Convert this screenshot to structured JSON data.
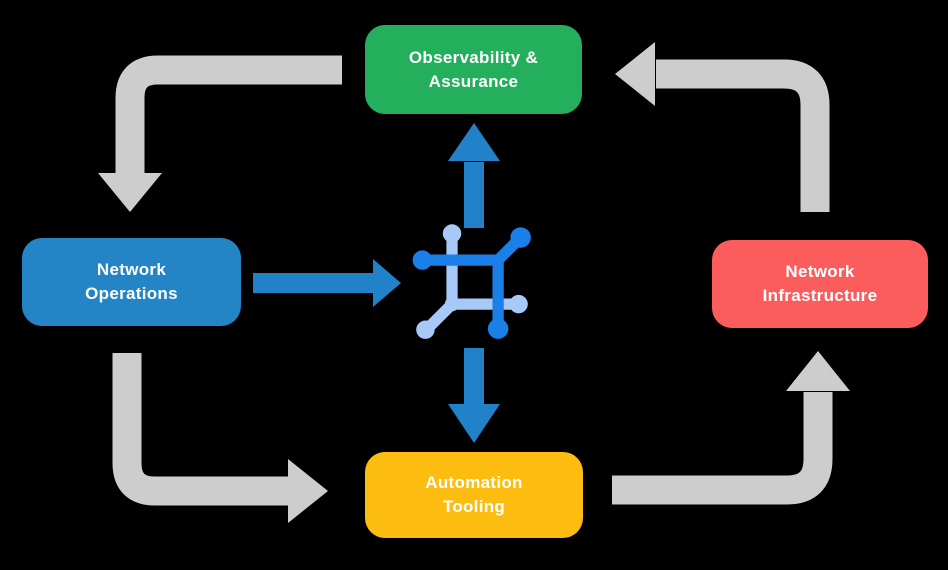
{
  "diagram": {
    "title": "network automation cycle",
    "background": "#000000",
    "nodes": {
      "observability": {
        "line1": "Observability &",
        "line2": "Assurance",
        "color": "#23AF5C"
      },
      "operations": {
        "line1": "Network",
        "line2": "Operations",
        "color": "#2384C6"
      },
      "infrastructure": {
        "line1": "Network",
        "line2": "Infrastructure",
        "color": "#FB5D5D"
      },
      "automation": {
        "line1": "Automation",
        "line2": "Tooling",
        "color": "#FDBD10"
      }
    },
    "center_icon": {
      "name": "network-mesh-icon",
      "color_dark": "#1B7FE8",
      "color_light": "#A6C9F7"
    },
    "colors": {
      "cycle_arrow_gray": "#CDCDCD",
      "flow_arrow_blue": "#2181C9",
      "label_text": "#FFFFFF"
    },
    "arrows": {
      "cycle": [
        "observability-to-operations",
        "operations-to-automation",
        "automation-to-infrastructure",
        "infrastructure-to-observability"
      ],
      "flows": [
        "operations-to-center",
        "center-to-observability",
        "center-to-automation"
      ]
    }
  }
}
